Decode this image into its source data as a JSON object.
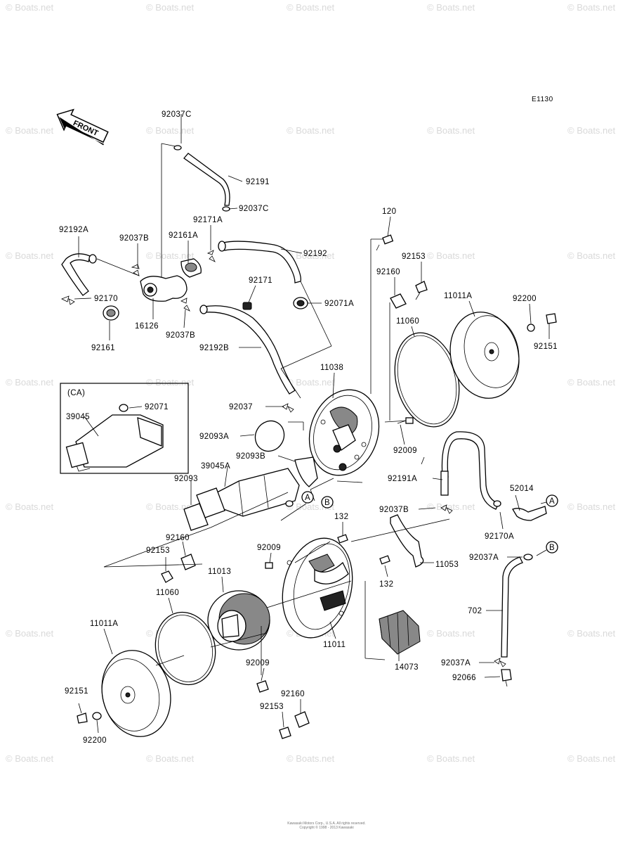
{
  "sheet_code": "E1130",
  "front_label": "FRONT",
  "watermark": "© Boats.net",
  "inset_title": "(CA)",
  "callouts": {
    "A": "A",
    "B": "B"
  },
  "part_labels": [
    "92037C",
    "92191",
    "92037C",
    "92171A",
    "92161A",
    "92192",
    "92192A",
    "92037B",
    "92170",
    "16126",
    "92161",
    "92037B",
    "92171",
    "92071A",
    "92192B",
    "120",
    "92153",
    "92160",
    "11011A",
    "92200",
    "92151",
    "11060",
    "11038",
    "92009",
    "92037",
    "92071",
    "39045",
    "92093A",
    "92093B",
    "39045A",
    "92093",
    "92160",
    "92153",
    "92009",
    "132",
    "132",
    "11053",
    "11013",
    "11060",
    "11011",
    "14073",
    "11011A",
    "92151",
    "92200",
    "92009",
    "92160",
    "92153",
    "92191A",
    "92037B",
    "52014",
    "92170A",
    "92037A",
    "702",
    "92037A",
    "92066"
  ],
  "copyright_lines": [
    "Kawasaki Motors Corp., U.S.A. All rights reserved.",
    "Copyright © 1998 - 2013 Kawasaki"
  ]
}
